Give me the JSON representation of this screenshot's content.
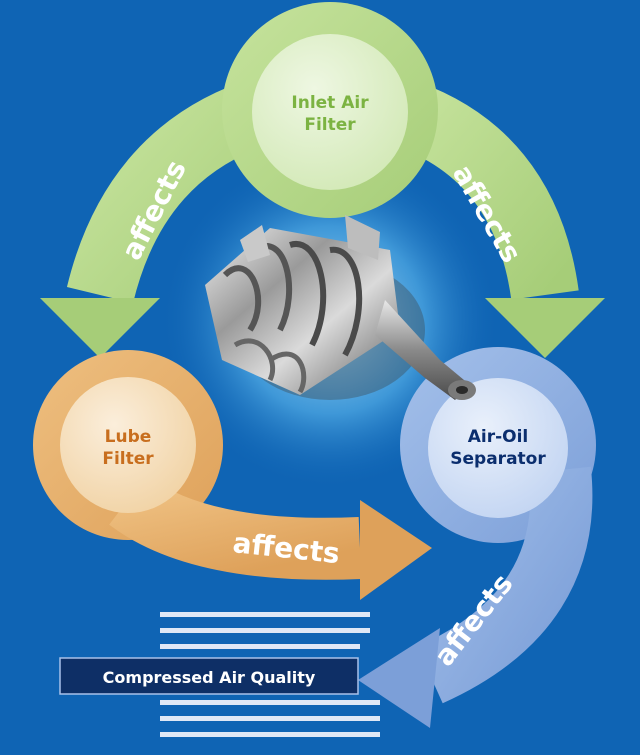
{
  "nodes": {
    "inlet": {
      "line1": "Inlet Air",
      "line2": "Filter",
      "color": "#7cb342"
    },
    "lube": {
      "line1": "Lube",
      "line2": "Filter",
      "color": "#c86e1e"
    },
    "separator": {
      "line1": "Air-Oil",
      "line2": "Separator",
      "color": "#0b2e6e"
    }
  },
  "arrows": {
    "inlet_to_lube": "affects",
    "inlet_to_separator": "affects",
    "lube_to_separator": "affects",
    "separator_to_output": "affects"
  },
  "output_label": "Compressed Air Quality",
  "colors": {
    "background": "#0f64b4",
    "green_ring": "#b6d98a",
    "orange_ring": "#e6b06e",
    "blue_ring": "#8fb0e2",
    "output_box": "#0e2f66"
  },
  "center_image": "rotary-screw-compressor-rotors"
}
